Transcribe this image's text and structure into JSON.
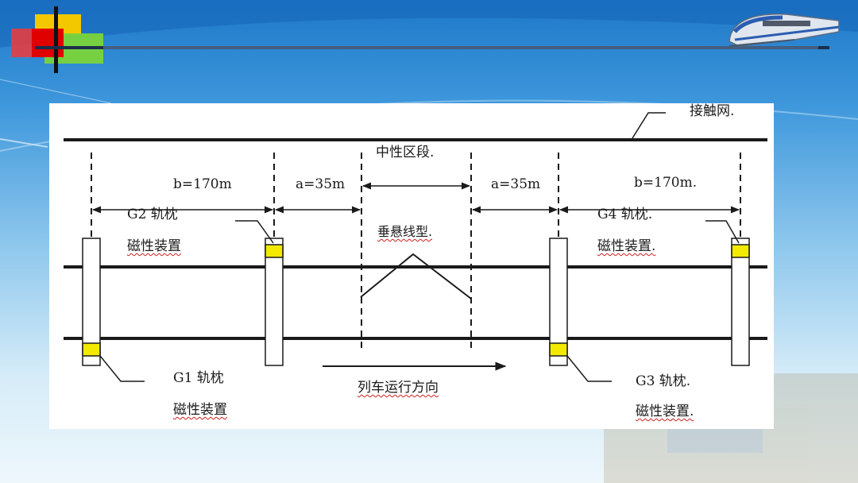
{
  "diagram": {
    "catenary_label": "接触网.",
    "neutral_section_label": "中性区段.",
    "dist_left_b": "b=170m",
    "dist_left_a": "a=35m",
    "dist_right_a": "a=35m",
    "dist_right_b": "b=170m.",
    "suspension_label": "垂悬线型.",
    "g1": {
      "name": "G1 轨枕",
      "device": "磁性装置"
    },
    "g2": {
      "name": "G2 轨枕",
      "device": "磁性装置"
    },
    "g3": {
      "name": "G3 轨枕.",
      "device": "磁性装置."
    },
    "g4": {
      "name": "G4 轨枕.",
      "device": "磁性装置."
    },
    "direction_label": "列车运行方向"
  },
  "colors": {
    "magnet": "#f2ea00",
    "line": "#1a1a1a",
    "underline": "#d02020"
  },
  "icons": [
    "logo-crosshair-icon",
    "bullet-train-icon"
  ]
}
